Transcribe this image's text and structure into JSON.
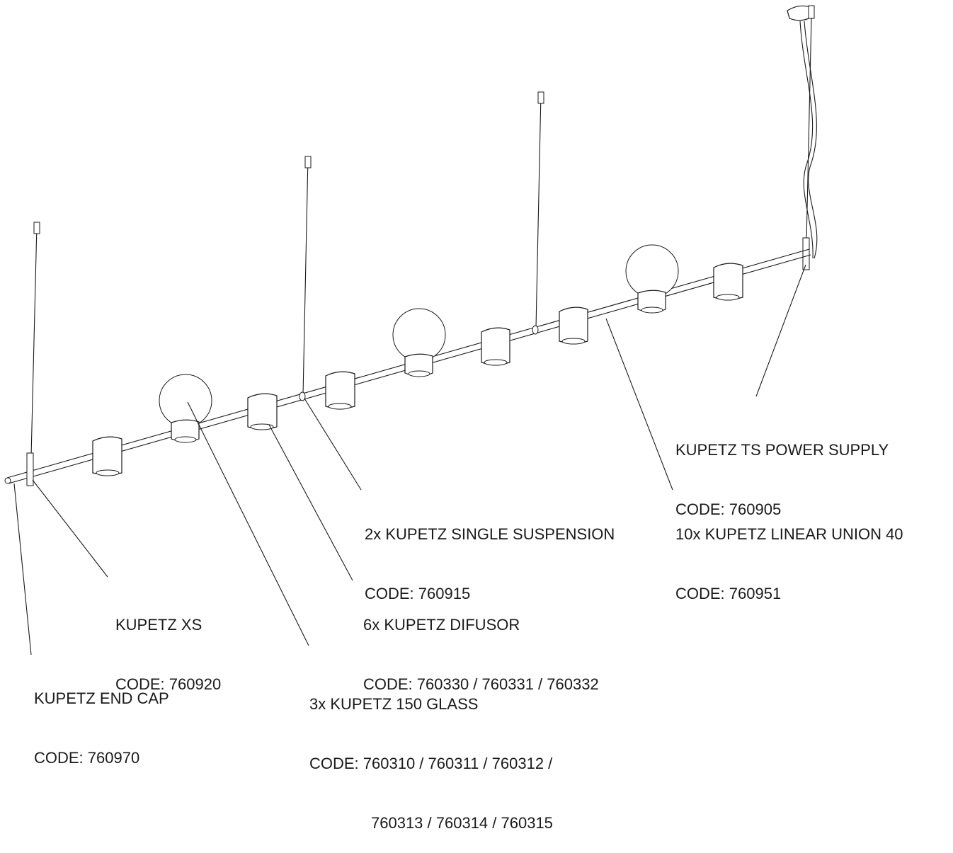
{
  "callouts": [
    {
      "name": "end-cap",
      "line1": "KUPETZ END CAP",
      "line2": "CODE: 760970"
    },
    {
      "name": "xs",
      "line1": "KUPETZ XS",
      "line2": "CODE: 760920"
    },
    {
      "name": "glass",
      "line1": "3x KUPETZ 150 GLASS",
      "line2": "CODE: 760310 / 760311 / 760312 /",
      "line3": "760313 / 760314 / 760315"
    },
    {
      "name": "difusor",
      "line1": "6x KUPETZ DIFUSOR",
      "line2": "CODE: 760330 / 760331 / 760332"
    },
    {
      "name": "single-suspension",
      "line1": "2x KUPETZ SINGLE SUSPENSION",
      "line2": "CODE: 760915"
    },
    {
      "name": "linear-union",
      "line1": "10x KUPETZ LINEAR UNION 40",
      "line2": "CODE: 760951"
    },
    {
      "name": "power-supply",
      "line1": "KUPETZ TS POWER SUPPLY",
      "line2": "CODE: 760905"
    }
  ]
}
